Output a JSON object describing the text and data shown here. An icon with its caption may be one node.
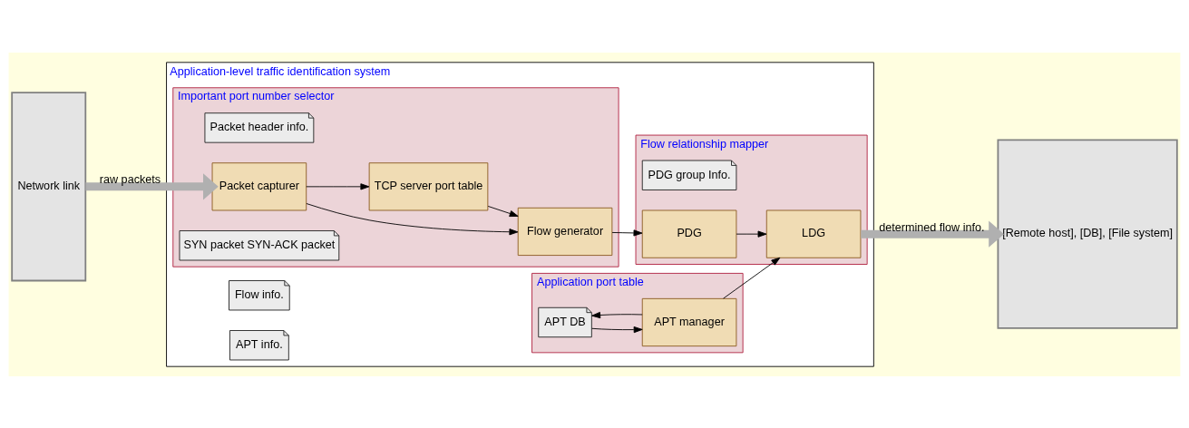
{
  "diagram": {
    "nodes": [
      {
        "text": [
          "Network link"
        ]
      },
      {
        "text": [
          "Application-level traffic identification system"
        ]
      },
      {
        "text": [
          "Important port number selector"
        ],
        "in": 1
      },
      {
        "text": [
          "Packet header info."
        ],
        "in": 2
      },
      {
        "text": [
          "Packet capturer"
        ],
        "in": 2
      },
      {
        "text": [
          "Flow generator"
        ],
        "in": 2
      },
      {
        "text": [
          "TCP server port table"
        ],
        "in": 2
      },
      {
        "text": [
          "SYN packet SYN-ACK packet"
        ],
        "in": 2
      },
      {
        "text": [
          "Flow info."
        ],
        "in": 1
      },
      {
        "text": [
          "Application port table"
        ],
        "in": 1
      },
      {
        "text": [
          "APT DB"
        ],
        "in": 9
      },
      {
        "text": [
          "APT manager"
        ],
        "in": 9
      },
      {
        "text": [
          "Flow relationship mapper"
        ],
        "in": 1
      },
      {
        "text": [
          "PDG group Info."
        ],
        "in": 12
      },
      {
        "text": [
          "APT info."
        ],
        "in": 1
      },
      {
        "text": [
          "PDG"
        ],
        "in": 12
      },
      {
        "text": [
          "LDG"
        ],
        "in": 12
      },
      {
        "text": [
          "[Remote host], [DB], [File system]"
        ]
      }
    ],
    "edges": [
      {
        "from": 0,
        "to": 4,
        "arrow": "to",
        "label": "raw packets",
        "style": "thick",
        "color": "#b0b0b0"
      },
      {
        "from": 4,
        "to": 5,
        "arrow": "to"
      },
      {
        "from": 4,
        "to": 6,
        "arrow": "to"
      },
      {
        "from": 6,
        "to": 5,
        "arrow": "to"
      },
      {
        "from": 5,
        "to": 15,
        "arrow": "to"
      },
      {
        "from": 11,
        "to": 10,
        "arrow": "to"
      },
      {
        "from": 10,
        "to": 11,
        "arrow": "to"
      },
      {
        "from": 11,
        "to": 16,
        "arrow": "to"
      },
      {
        "from": 15,
        "to": 16,
        "arrow": "to"
      },
      {
        "from": 16,
        "to": 17,
        "arrow": "to",
        "label": "determined flow info.",
        "style": "thick",
        "color": "#b0b0b0"
      }
    ]
  }
}
